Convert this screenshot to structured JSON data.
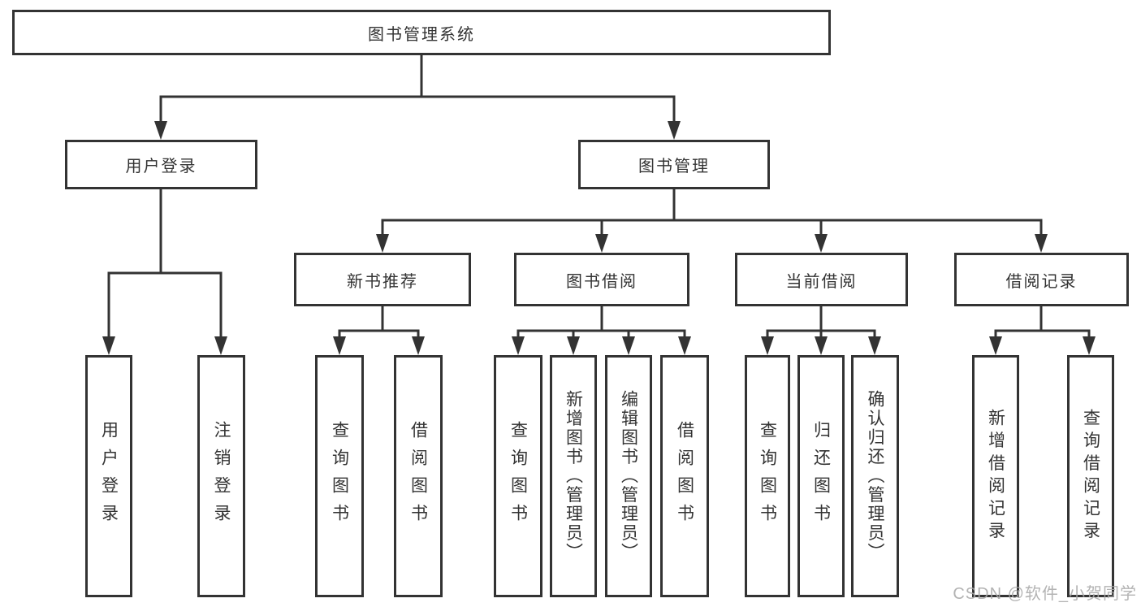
{
  "diagram": {
    "root": {
      "label": "图书管理系统"
    },
    "branches": [
      {
        "label": "用户登录",
        "children": [
          {
            "label": "用户登录"
          },
          {
            "label": "注销登录"
          }
        ]
      },
      {
        "label": "图书管理",
        "children": [
          {
            "label": "新书推荐",
            "children": [
              {
                "label": "查询图书"
              },
              {
                "label": "借阅图书"
              }
            ]
          },
          {
            "label": "图书借阅",
            "children": [
              {
                "label": "查询图书"
              },
              {
                "label": "新增图书（管理员）"
              },
              {
                "label": "编辑图书（管理员）"
              },
              {
                "label": "借阅图书"
              }
            ]
          },
          {
            "label": "当前借阅",
            "children": [
              {
                "label": "查询图书"
              },
              {
                "label": "归还图书"
              },
              {
                "label": "确认归还（管理员）"
              }
            ]
          },
          {
            "label": "借阅记录",
            "children": [
              {
                "label": "新增借阅记录"
              },
              {
                "label": "查询借阅记录"
              }
            ]
          }
        ]
      }
    ],
    "watermark": "CSDN @软件_小贺同学",
    "colors": {
      "line": "#333333",
      "box_background": "#ffffff",
      "text": "#333333",
      "watermark": "#a8a8a8"
    }
  }
}
